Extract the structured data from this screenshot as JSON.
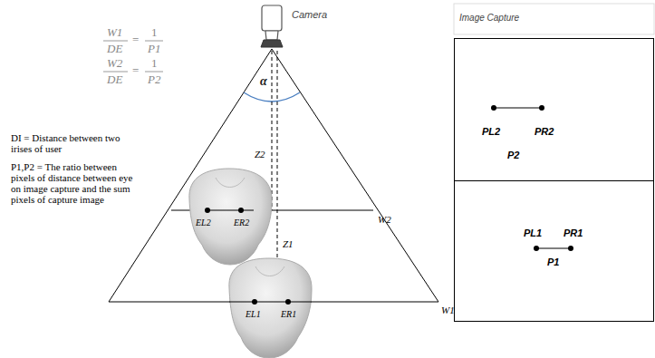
{
  "diagram": {
    "nodes": [
      {
        "text": [
          "PL2",
          "PR2",
          "P2"
        ]
      },
      {
        "text": [
          "PL1",
          "PR1",
          "P1"
        ]
      }
    ],
    "labels": [
      "W1",
      "DE",
      "=",
      "1",
      "P1",
      "W2",
      "DE",
      "=",
      "1",
      "P2",
      "DI = Distance between two irises of user",
      "P1,P2 = The ratio between pixels of distance between eye on image capture and the sum pixels of capture image",
      "Camera",
      "α",
      "Z2",
      "Z1",
      "W2",
      "W1",
      "EL2",
      "ER2",
      "EL1",
      "ER1",
      "Image Capture"
    ]
  }
}
